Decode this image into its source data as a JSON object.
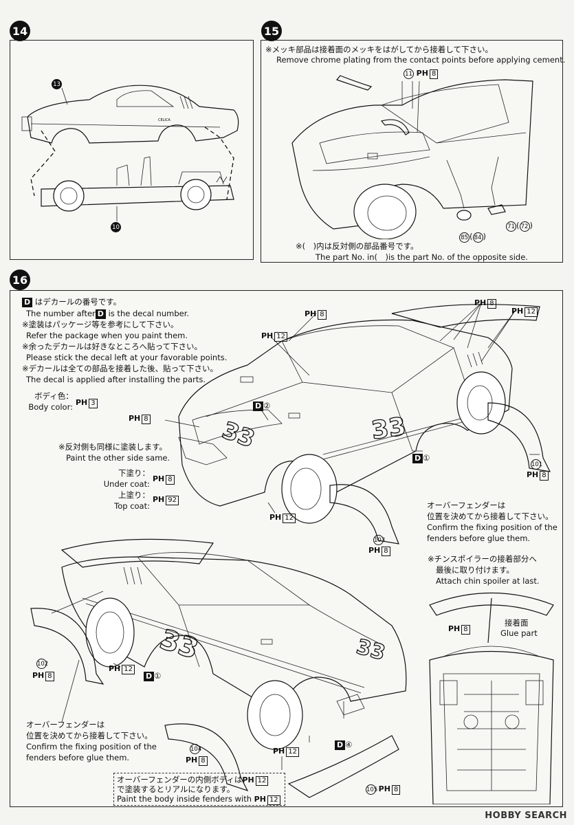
{
  "step14": {
    "number": "14",
    "part_body": "13",
    "part_chassis": "10"
  },
  "step15": {
    "number": "15",
    "note_jp": "※メッキ部品は接着面のメッキをはがしてから接着して下さい。",
    "note_en": "Remove chrome plating from the contact points before applying cement.",
    "part_wiper": "11",
    "part_wiper_paint": "8",
    "part_mirror_a": "85",
    "part_mirror_a_opp": "84",
    "part_mirror_b": "71",
    "part_mirror_b_opp": "72",
    "footer_jp": "※(　)内は反対側の部品番号です。",
    "footer_en": "The part No. in(　)is the part No. of the opposite side."
  },
  "step16": {
    "number": "16",
    "decal_jp": "はデカールの番号です。",
    "decal_en_a": "The number after",
    "decal_en_b": "is the decal number.",
    "decal_letter": "D",
    "paint_ref_jp": "※塗装はパッケージ等を参考にして下さい。",
    "paint_ref_en": "Refer the package when you paint them.",
    "leftover_jp": "※余ったデカールは好きなところへ貼って下さい。",
    "leftover_en": "Please stick the decal left at your favorable points.",
    "after_jp": "※デカールは全ての部品を接着した後、貼って下さい。",
    "after_en": "The decal is applied after installing the parts.",
    "body_color_jp": "ボディ色：",
    "body_color_en": "Body color:",
    "body_color_code": "3",
    "other_side_jp": "※反対側も同様に塗装します。",
    "other_side_en": "Paint the other side same.",
    "under_jp": "下塗り：",
    "under_en": "Under coat:",
    "under_code": "8",
    "top_jp": "上塗り：",
    "top_en": "Top coat:",
    "top_code": "92",
    "ph": "PH",
    "code8": "8",
    "code12": "12",
    "decal_1": "①",
    "decal_2": "②",
    "decal_4": "④",
    "car_number": "33",
    "part_101": "101",
    "part_102": "102",
    "part_103": "103",
    "part_104": "104",
    "part_105": "105",
    "fender_jp_a": "オーバーフェンダーは",
    "fender_jp_b": "位置を決めてから接着して下さい。",
    "fender_en_a": "Confirm the fixing position of the",
    "fender_en_b": "fenders before glue them.",
    "chin_jp_a": "※チンスポイラーの接着部分へ",
    "chin_jp_b": "最後に取り付けます。",
    "chin_en": "Attach chin spoiler at last.",
    "glue_jp": "接着面",
    "glue_en": "Glue part",
    "inner_jp_a": "オーバーフェンダーの内側ボディは",
    "inner_jp_b": "で塗装するとリアルになります。",
    "inner_en": "Paint the body inside fenders with"
  },
  "watermark": "HOBBY SEARCH"
}
